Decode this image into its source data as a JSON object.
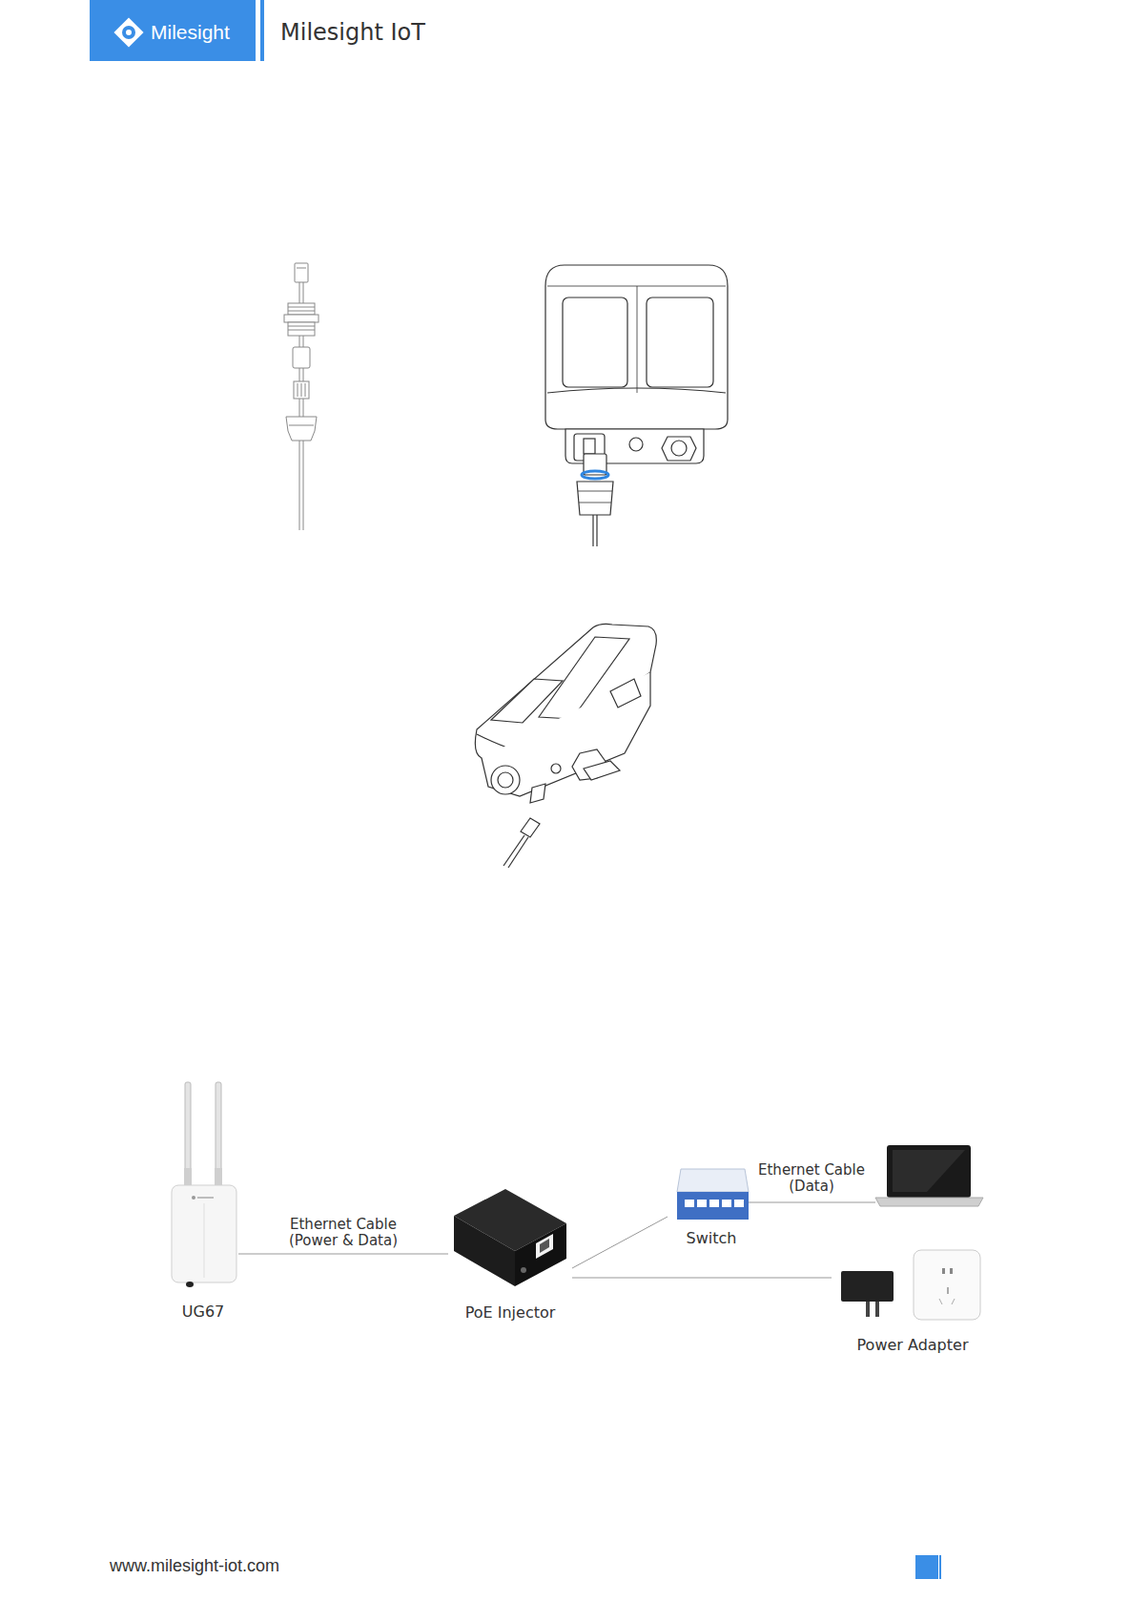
{
  "diagram": {
    "nodes": [
      {
        "text": [
          "UG67"
        ]
      },
      {
        "text": [
          "PoE Injector"
        ]
      },
      {
        "text": [
          "Switch"
        ]
      },
      {
        "text": [
          "Power Adapter"
        ]
      }
    ],
    "edges": [
      {
        "from": 0,
        "to": 1,
        "arrow": "none",
        "label": "Ethernet Cable (Power & Data)"
      },
      {
        "from": 1,
        "to": 2,
        "arrow": "none"
      },
      {
        "from": 1,
        "to": 3,
        "arrow": "none"
      }
    ],
    "labels": [
      "Milesight",
      "Milesight IoT",
      "Ethernet Cable (Data)",
      "www.milesight-iot.com"
    ]
  }
}
